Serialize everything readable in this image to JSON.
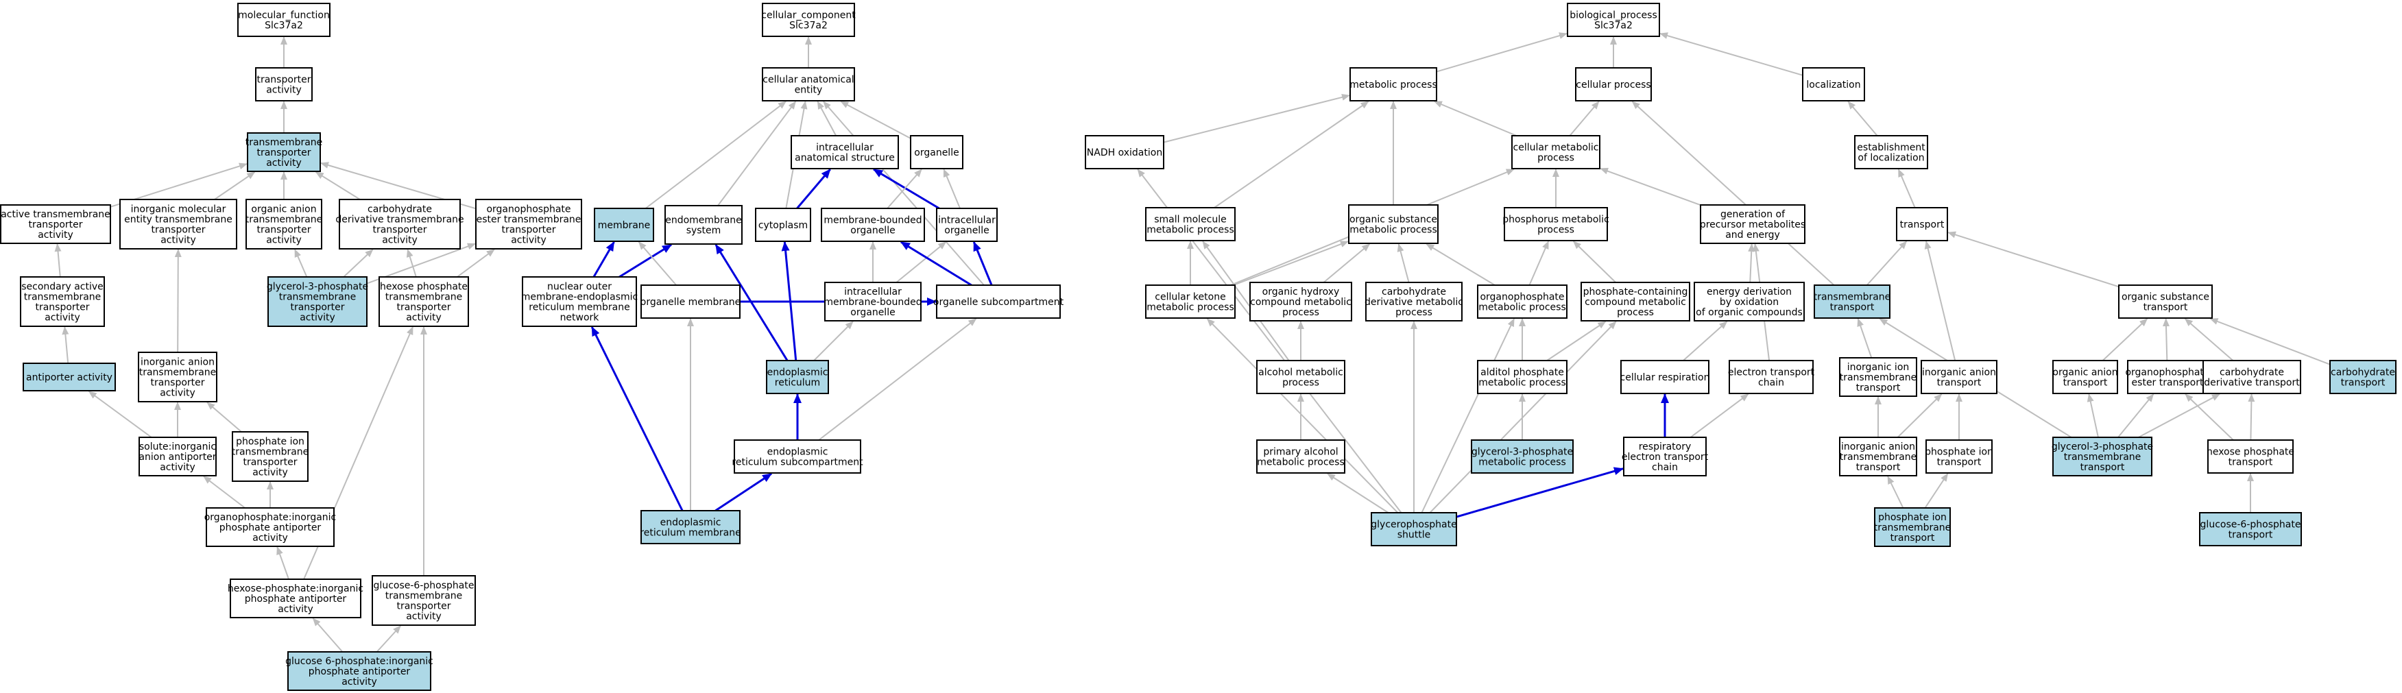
{
  "colors": {
    "node_fill": "#ffffff",
    "highlight_fill": "#add8e6",
    "node_stroke": "#000000",
    "edge_gray": "#bdbdbd",
    "edge_blue": "#0000dd"
  },
  "nodes": [
    {
      "id": "mf",
      "lines": [
        "molecular_function",
        "Slc37a2"
      ],
      "hl": false
    },
    {
      "id": "ta",
      "lines": [
        "transporter",
        "activity"
      ],
      "hl": false
    },
    {
      "id": "tmta",
      "lines": [
        "transmembrane",
        "transporter",
        "activity"
      ],
      "hl": true
    },
    {
      "id": "atta",
      "lines": [
        "active transmembrane",
        "transporter",
        "activity"
      ],
      "hl": false
    },
    {
      "id": "imetta",
      "lines": [
        "inorganic molecular",
        "entity transmembrane",
        "transporter",
        "activity"
      ],
      "hl": false
    },
    {
      "id": "oatta",
      "lines": [
        "organic anion",
        "transmembrane",
        "transporter",
        "activity"
      ],
      "hl": false
    },
    {
      "id": "cdtta",
      "lines": [
        "carbohydrate",
        "derivative transmembrane",
        "transporter",
        "activity"
      ],
      "hl": false
    },
    {
      "id": "oettta",
      "lines": [
        "organophosphate",
        "ester transmembrane",
        "transporter",
        "activity"
      ],
      "hl": false
    },
    {
      "id": "satta",
      "lines": [
        "secondary active",
        "transmembrane",
        "transporter",
        "activity"
      ],
      "hl": false
    },
    {
      "id": "g3ptta",
      "lines": [
        "glycerol-3-phosphate",
        "transmembrane",
        "transporter",
        "activity"
      ],
      "hl": true
    },
    {
      "id": "hptta",
      "lines": [
        "hexose phosphate",
        "transmembrane",
        "transporter",
        "activity"
      ],
      "hl": false
    },
    {
      "id": "aa",
      "lines": [
        "antiporter activity"
      ],
      "hl": true
    },
    {
      "id": "iatta",
      "lines": [
        "inorganic anion",
        "transmembrane",
        "transporter",
        "activity"
      ],
      "hl": false
    },
    {
      "id": "siaaa",
      "lines": [
        "solute:inorganic",
        "anion antiporter",
        "activity"
      ],
      "hl": false
    },
    {
      "id": "pitta",
      "lines": [
        "phosphate ion",
        "transmembrane",
        "transporter",
        "activity"
      ],
      "hl": false
    },
    {
      "id": "opipaa",
      "lines": [
        "organophosphate:inorganic",
        "phosphate antiporter",
        "activity"
      ],
      "hl": false
    },
    {
      "id": "hpipaa",
      "lines": [
        "hexose-phosphate:inorganic",
        "phosphate antiporter",
        "activity"
      ],
      "hl": false
    },
    {
      "id": "g6ptta",
      "lines": [
        "glucose-6-phosphate",
        "transmembrane",
        "transporter",
        "activity"
      ],
      "hl": false
    },
    {
      "id": "g6pipaa",
      "lines": [
        "glucose 6-phosphate:inorganic",
        "phosphate antiporter",
        "activity"
      ],
      "hl": true
    },
    {
      "id": "cc",
      "lines": [
        "cellular_component",
        "Slc37a2"
      ],
      "hl": false
    },
    {
      "id": "cae",
      "lines": [
        "cellular anatomical",
        "entity"
      ],
      "hl": false
    },
    {
      "id": "ias",
      "lines": [
        "intracellular",
        "anatomical structure"
      ],
      "hl": false
    },
    {
      "id": "org",
      "lines": [
        "organelle"
      ],
      "hl": false
    },
    {
      "id": "mem",
      "lines": [
        "membrane"
      ],
      "hl": true
    },
    {
      "id": "ems",
      "lines": [
        "endomembrane",
        "system"
      ],
      "hl": false
    },
    {
      "id": "cyt",
      "lines": [
        "cytoplasm"
      ],
      "hl": false
    },
    {
      "id": "mbo",
      "lines": [
        "membrane-bounded",
        "organelle"
      ],
      "hl": false
    },
    {
      "id": "io",
      "lines": [
        "intracellular",
        "organelle"
      ],
      "hl": false
    },
    {
      "id": "nomer",
      "lines": [
        "nuclear outer",
        "membrane-endoplasmic",
        "reticulum membrane",
        "network"
      ],
      "hl": false
    },
    {
      "id": "om",
      "lines": [
        "organelle membrane"
      ],
      "hl": false
    },
    {
      "id": "imbo",
      "lines": [
        "intracellular",
        "membrane-bounded",
        "organelle"
      ],
      "hl": false
    },
    {
      "id": "osc",
      "lines": [
        "organelle subcompartment"
      ],
      "hl": false
    },
    {
      "id": "er",
      "lines": [
        "endoplasmic",
        "reticulum"
      ],
      "hl": true
    },
    {
      "id": "ersc",
      "lines": [
        "endoplasmic",
        "reticulum subcompartment"
      ],
      "hl": false
    },
    {
      "id": "erm",
      "lines": [
        "endoplasmic",
        "reticulum membrane"
      ],
      "hl": true
    },
    {
      "id": "bp",
      "lines": [
        "biological_process",
        "Slc37a2"
      ],
      "hl": false
    },
    {
      "id": "mp",
      "lines": [
        "metabolic process"
      ],
      "hl": false
    },
    {
      "id": "cp",
      "lines": [
        "cellular process"
      ],
      "hl": false
    },
    {
      "id": "loc",
      "lines": [
        "localization"
      ],
      "hl": false
    },
    {
      "id": "nadh",
      "lines": [
        "NADH oxidation"
      ],
      "hl": false
    },
    {
      "id": "cmp",
      "lines": [
        "cellular metabolic",
        "process"
      ],
      "hl": false
    },
    {
      "id": "eol",
      "lines": [
        "establishment",
        "of localization"
      ],
      "hl": false
    },
    {
      "id": "smmp",
      "lines": [
        "small molecule",
        "metabolic process"
      ],
      "hl": false
    },
    {
      "id": "osmp",
      "lines": [
        "organic substance",
        "metabolic process"
      ],
      "hl": false
    },
    {
      "id": "pmp",
      "lines": [
        "phosphorus metabolic",
        "process"
      ],
      "hl": false
    },
    {
      "id": "gpme",
      "lines": [
        "generation of",
        "precursor metabolites",
        "and energy"
      ],
      "hl": false
    },
    {
      "id": "tr",
      "lines": [
        "transport"
      ],
      "hl": false
    },
    {
      "id": "ckmp",
      "lines": [
        "cellular ketone",
        "metabolic process"
      ],
      "hl": false
    },
    {
      "id": "ohcmp",
      "lines": [
        "organic hydroxy",
        "compound metabolic",
        "process"
      ],
      "hl": false
    },
    {
      "id": "cdmp",
      "lines": [
        "carbohydrate",
        "derivative metabolic",
        "process"
      ],
      "hl": false
    },
    {
      "id": "opmp",
      "lines": [
        "organophosphate",
        "metabolic process"
      ],
      "hl": false
    },
    {
      "id": "pccmp",
      "lines": [
        "phosphate-containing",
        "compound metabolic",
        "process"
      ],
      "hl": false
    },
    {
      "id": "edooc",
      "lines": [
        "energy derivation",
        "by oxidation",
        "of organic compounds"
      ],
      "hl": false
    },
    {
      "id": "tmt",
      "lines": [
        "transmembrane",
        "transport"
      ],
      "hl": true
    },
    {
      "id": "ost",
      "lines": [
        "organic substance",
        "transport"
      ],
      "hl": false
    },
    {
      "id": "amp",
      "lines": [
        "alcohol metabolic",
        "process"
      ],
      "hl": false
    },
    {
      "id": "apmp",
      "lines": [
        "alditol phosphate",
        "metabolic process"
      ],
      "hl": false
    },
    {
      "id": "cr",
      "lines": [
        "cellular respiration"
      ],
      "hl": false
    },
    {
      "id": "etc",
      "lines": [
        "electron transport",
        "chain"
      ],
      "hl": false
    },
    {
      "id": "iitt",
      "lines": [
        "inorganic ion",
        "transmembrane",
        "transport"
      ],
      "hl": false
    },
    {
      "id": "iat",
      "lines": [
        "inorganic anion",
        "transport"
      ],
      "hl": false
    },
    {
      "id": "oat",
      "lines": [
        "organic anion",
        "transport"
      ],
      "hl": false
    },
    {
      "id": "oet",
      "lines": [
        "organophosphate",
        "ester transport"
      ],
      "hl": false
    },
    {
      "id": "cdt",
      "lines": [
        "carbohydrate",
        "derivative transport"
      ],
      "hl": false
    },
    {
      "id": "cht",
      "lines": [
        "carbohydrate",
        "transport"
      ],
      "hl": true
    },
    {
      "id": "g3pmp",
      "lines": [
        "glycerol-3-phosphate",
        "metabolic process"
      ],
      "hl": true
    },
    {
      "id": "pamp",
      "lines": [
        "primary alcohol",
        "metabolic process"
      ],
      "hl": false
    },
    {
      "id": "retc",
      "lines": [
        "respiratory",
        "electron transport",
        "chain"
      ],
      "hl": false
    },
    {
      "id": "iatt",
      "lines": [
        "inorganic anion",
        "transmembrane",
        "transport"
      ],
      "hl": false
    },
    {
      "id": "pit",
      "lines": [
        "phosphate ion",
        "transport"
      ],
      "hl": false
    },
    {
      "id": "g3ptt",
      "lines": [
        "glycerol-3-phosphate",
        "transmembrane",
        "transport"
      ],
      "hl": true
    },
    {
      "id": "hpt",
      "lines": [
        "hexose phosphate",
        "transport"
      ],
      "hl": false
    },
    {
      "id": "gps",
      "lines": [
        "glycerophosphate",
        "shuttle"
      ],
      "hl": true
    },
    {
      "id": "pitt",
      "lines": [
        "phosphate ion",
        "transmembrane",
        "transport"
      ],
      "hl": true
    },
    {
      "id": "g6pt",
      "lines": [
        "glucose-6-phosphate",
        "transport"
      ],
      "hl": true
    }
  ]
}
